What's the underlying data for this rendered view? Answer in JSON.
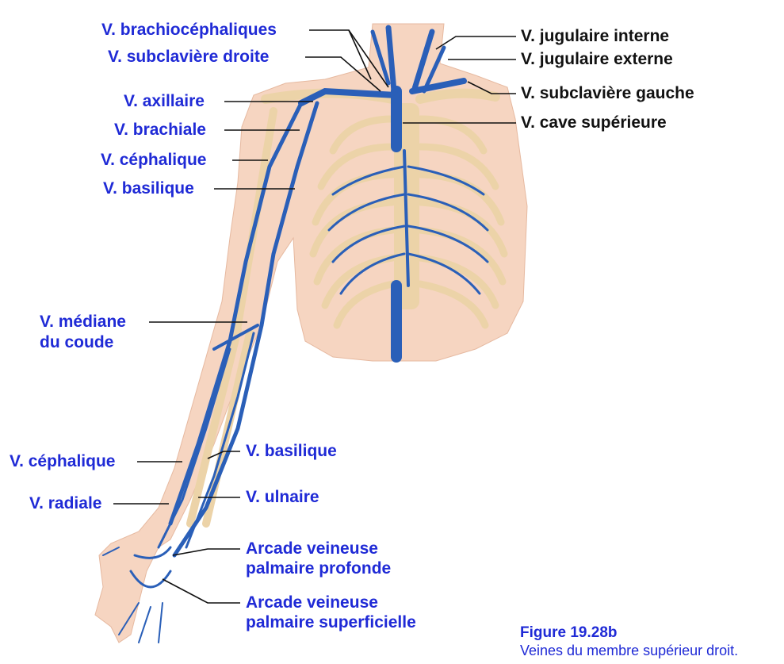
{
  "labels": {
    "brachiocephaliques": "V. brachiocéphaliques",
    "subclaviere_droite": "V. subclavière droite",
    "axillaire": "V. axillaire",
    "brachiale": "V. brachiale",
    "cephalique_upper": "V. céphalique",
    "basilique_upper": "V. basilique",
    "mediane_coude_1": "V. médiane",
    "mediane_coude_2": "du coude",
    "cephalique_lower": "V. céphalique",
    "radiale": "V. radiale",
    "basilique_lower": "V. basilique",
    "ulnaire": "V. ulnaire",
    "arcade_profonde_1": "Arcade veineuse",
    "arcade_profonde_2": "palmaire profonde",
    "arcade_superficielle_1": "Arcade veineuse",
    "arcade_superficielle_2": "palmaire superficielle",
    "jugulaire_interne": "V. jugulaire interne",
    "jugulaire_externe": "V. jugulaire externe",
    "subclaviere_gauche": "V. subclavière gauche",
    "cave_superieure": "V. cave supérieure"
  },
  "figure": {
    "number": "Figure 19.28b",
    "caption": "Veines du membre supérieur droit."
  },
  "colors": {
    "label_blue": "#1f2ad6",
    "label_black": "#111111",
    "vein": "#2a5fb8",
    "skin": "#f6d5c1",
    "bone": "#ecd3a8"
  }
}
